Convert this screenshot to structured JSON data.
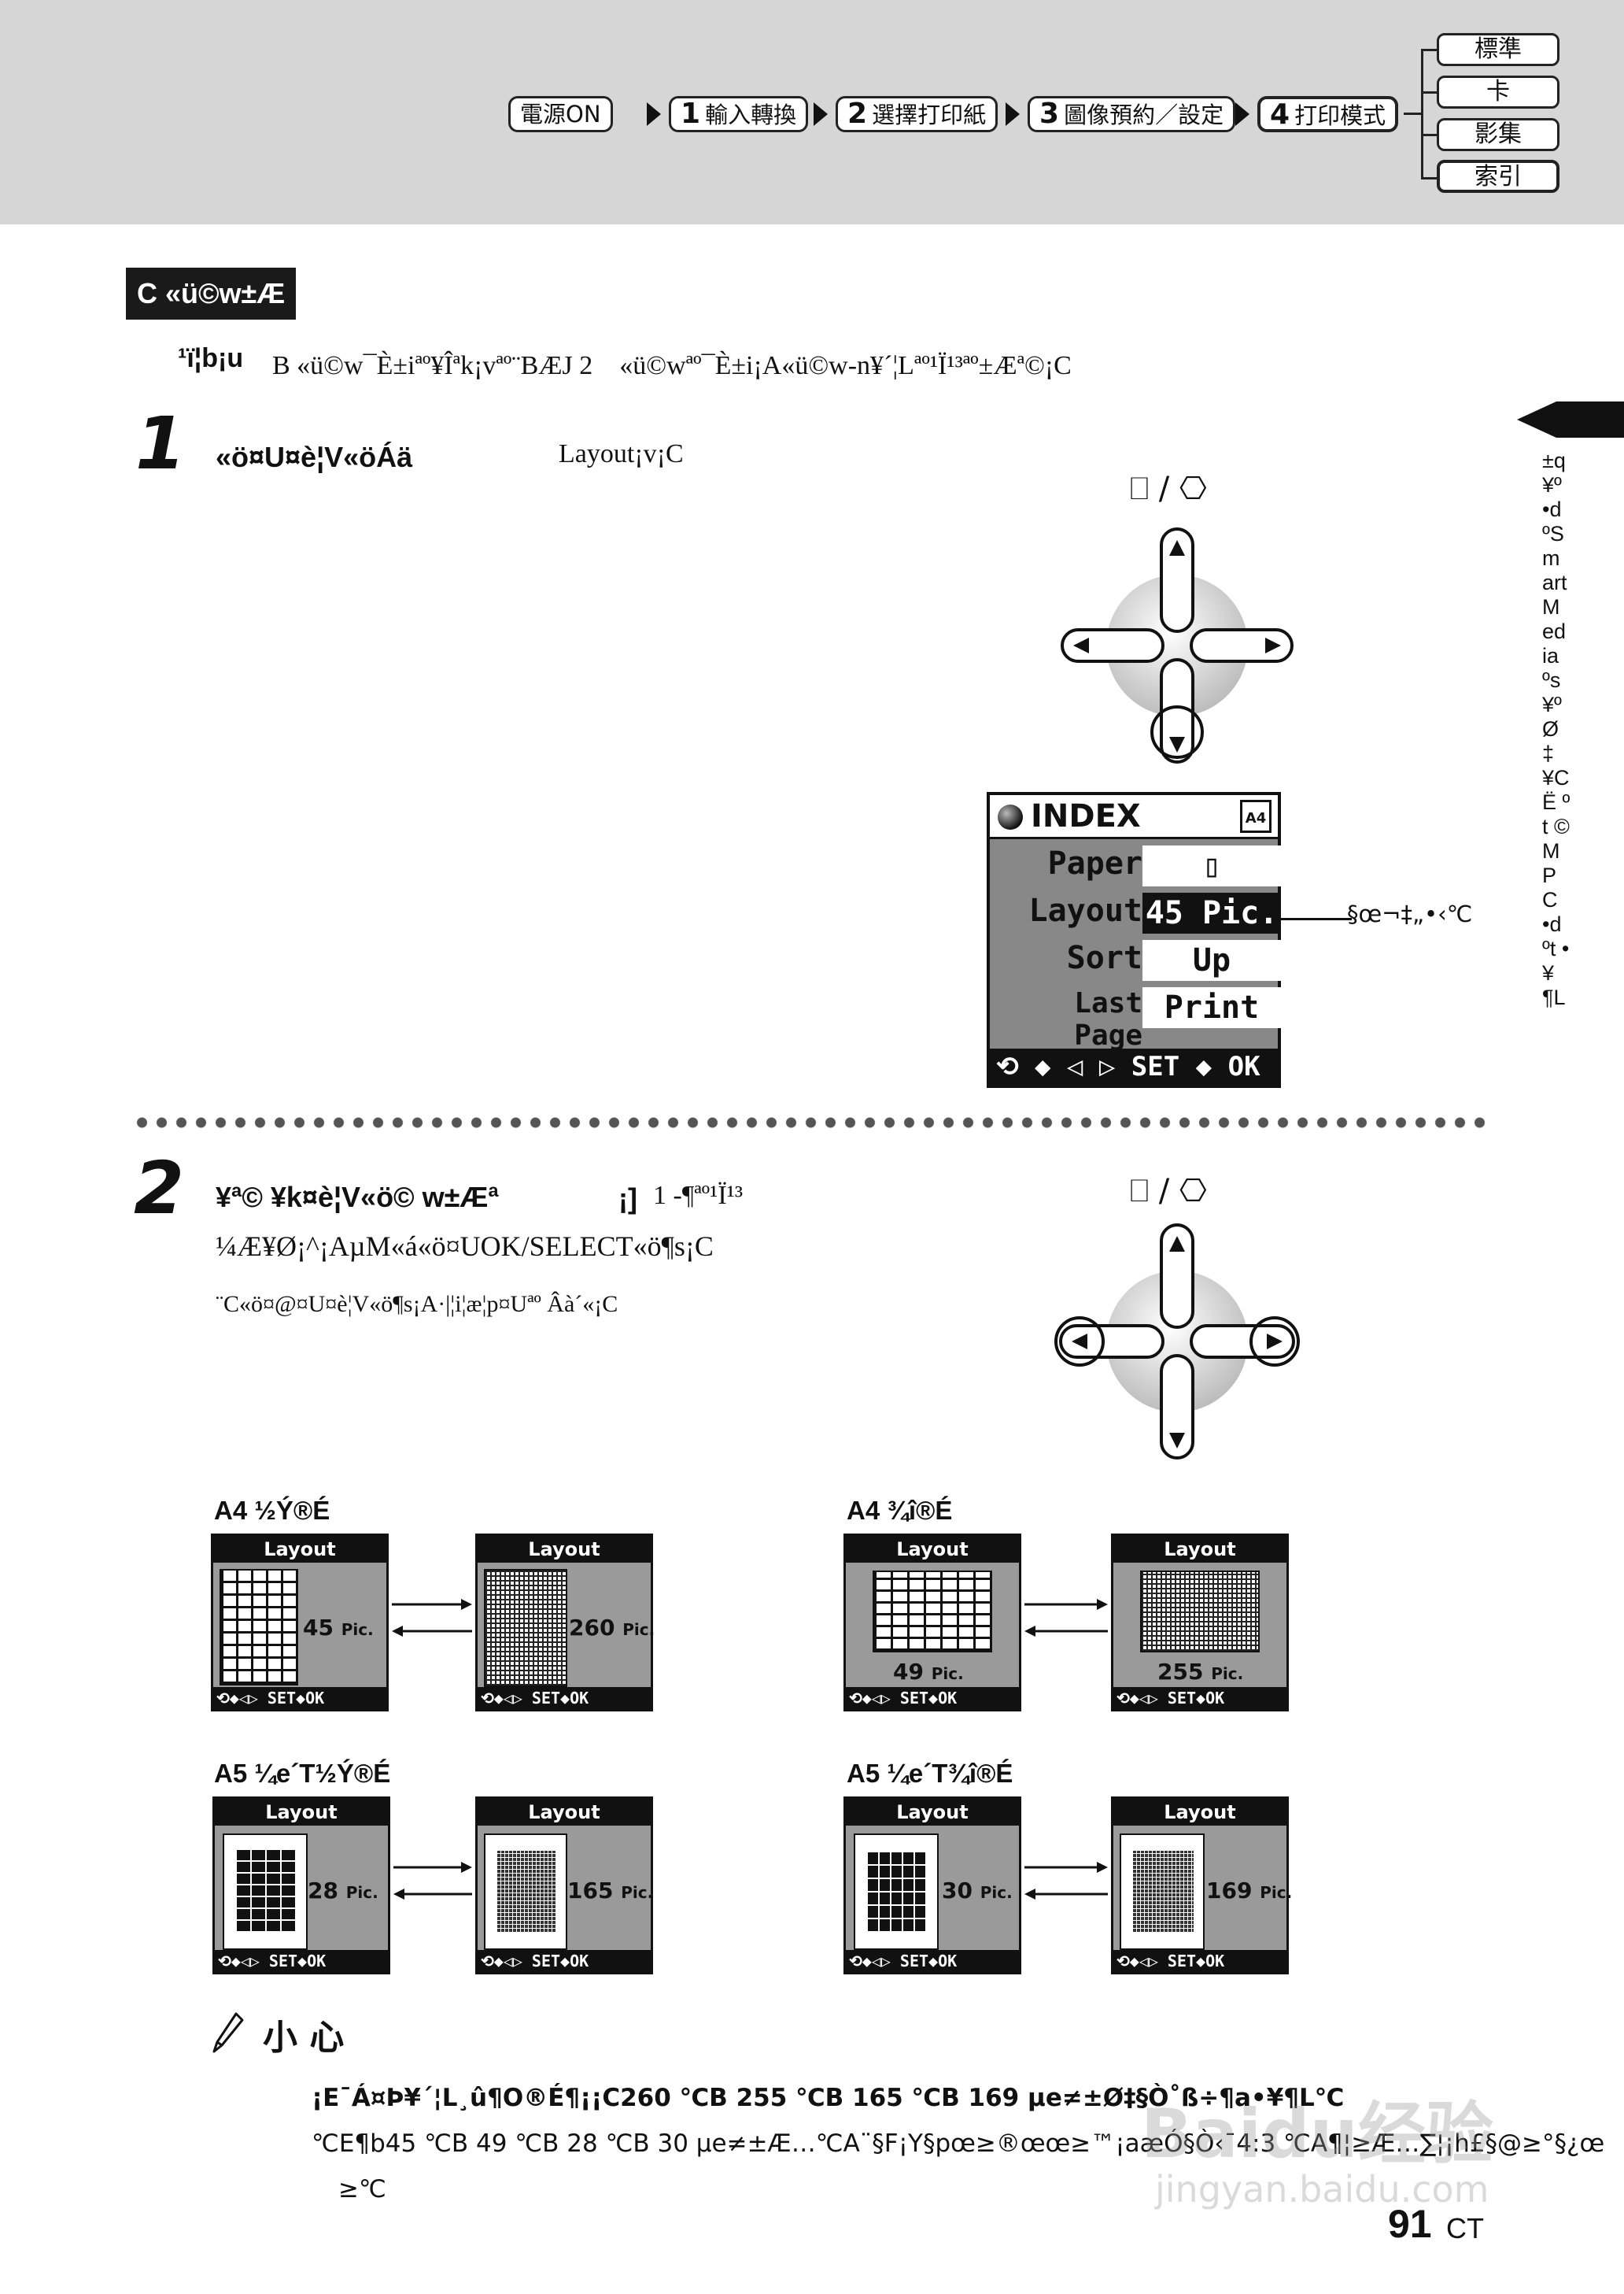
{
  "header": {
    "steps": [
      {
        "num": "",
        "label": "電源ON"
      },
      {
        "num": "1",
        "label": "輸入轉換"
      },
      {
        "num": "2",
        "label": "選擇打印紙"
      },
      {
        "num": "3",
        "label": "圖像預約／設定"
      },
      {
        "num": "4",
        "label": "打印模式"
      }
    ],
    "mode_tabs": [
      "標準",
      "卡",
      "影集",
      "索引"
    ],
    "selected_mode": "索引"
  },
  "side_tab": {
    "label": "±q¥º •d ºSmart Media ºs¥º Ø‡¥C Ë ºt ©M PC •d ºt •¥ ¶L"
  },
  "section": {
    "title": "C «ü©w±Æ",
    "intro_label": "¹ï¦b¡u",
    "intro_text": "B «ü©w¯È±iªº¥Îªk¡vªº¨BÆJ 2　«ü©wªº¯È±i¡A«ü©w-n¥´¦Lªº¹Ï¹³ªº±Æª©¡C"
  },
  "step1": {
    "num": "1",
    "title": "«ö¤U¤è¦V«öÁä",
    "text": "Layout¡v¡C",
    "dpad_label": "⎕ / ⎔"
  },
  "lcd": {
    "title": "INDEX",
    "paper_icon": "A4",
    "rows": [
      {
        "label": "Paper",
        "value": "▯"
      },
      {
        "label": "Layout",
        "value": "45 Pic."
      },
      {
        "label": "Sort",
        "value": "Up"
      },
      {
        "label": "Last Page",
        "value": "Print"
      }
    ],
    "footer": "⟲ ◆ ◁ ▷   SET ◆ OK",
    "callout": "§œ¬‡„•‹℃"
  },
  "step2": {
    "num": "2",
    "title": "¥ª© ¥k¤è¦V«ö© w±Æª",
    "title_suffix": "¡]",
    "title_tail": "1 -¶ªº¹Ï¹³",
    "line2": "¼Æ¥Ø¡^¡AµM«á«ö¤UOK/SELECT«ö¶s¡C",
    "line3": "¨C«ö¤@¤U¤è¦V«ö¶s¡A·|¦i¦æ¦p¤Uªº Âà´«¡C",
    "dpad_label": "⎕ / ⎔"
  },
  "layouts": [
    {
      "label": "A4 ½Ý®É",
      "screen_title": "Layout",
      "footer": "⟲◆◁▷  SET◆OK",
      "a_count": "45",
      "b_count": "260",
      "unit": "Pic."
    },
    {
      "label": "A4 ¾î®É",
      "screen_title": "Layout",
      "footer": "⟲◆◁▷  SET◆OK",
      "a_count": "49",
      "b_count": "255",
      "unit": "Pic."
    },
    {
      "label": "A5 ¼e´T½Ý®É",
      "screen_title": "Layout",
      "footer": "⟲◆◁▷  SET◆OK",
      "a_count": "28",
      "b_count": "165",
      "unit": "Pic."
    },
    {
      "label": "A5 ¼e´T¾î®É",
      "screen_title": "Layout",
      "footer": "⟲◆◁▷  SET◆OK",
      "a_count": "30",
      "b_count": "169",
      "unit": "Pic."
    }
  ],
  "note": {
    "heading": "小 心",
    "line1": "¡E¯Á¤Þ¥´¦L¸û¶O®É¶¡¡C260 ℃B 255 ℃B 165 ℃B 169 µe≠±Ø‡§Ò˚ß÷¶a•¥¶L℃",
    "line2": "℃E¶b45 ℃B 49 ℃B 28 ℃B 30 µe≠±Æ…℃A¨§F¡Y§pœ≥®œœ≥™¡aæÓ§Ò‹¯4:3 ℃A¶¦≥Æ…∑¦¡h£§@≥°§¿œ",
    "line3": "≥℃"
  },
  "footer": {
    "page_num": "91",
    "lang": "CT"
  },
  "watermark": {
    "brand": "Baidu经验",
    "url": "jingyan.baidu.com"
  }
}
